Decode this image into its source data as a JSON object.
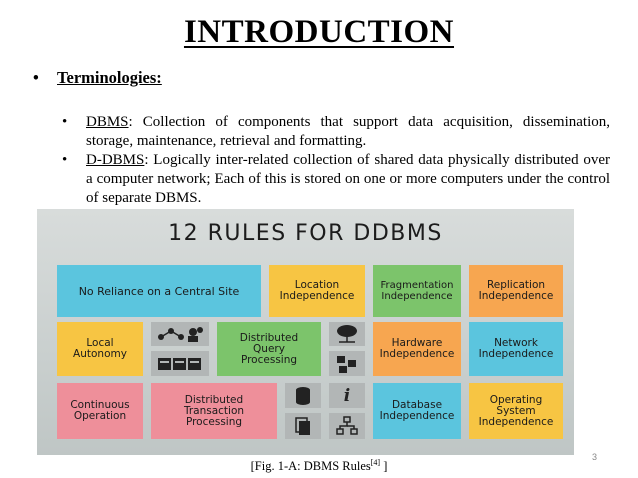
{
  "title": "INTRODUCTION",
  "main_bullet": {
    "marker": "•",
    "label": "Terminologies:"
  },
  "sub_bullets": [
    {
      "marker": "•",
      "term": "DBMS",
      "text": ": Collection of components that support data acquisition, dissemination, storage, maintenance, retrieval and formatting."
    },
    {
      "marker": "•",
      "term": "D-DBMS",
      "text": ": Logically inter-related collection of shared data physically distributed over a computer network; Each of this is stored on one or more computers under the control of separate DBMS."
    }
  ],
  "figure": {
    "title": "12 RULES FOR DDBMS",
    "rules": {
      "no_reliance": "No Reliance on a Central Site",
      "location": "Location\nIndependence",
      "fragmentation": "Fragmentation\nIndependence",
      "replication": "Replication\nIndependence",
      "local_autonomy": "Local\nAutonomy",
      "distributed_query": "Distributed\nQuery\nProcessing",
      "hardware": "Hardware\nIndependence",
      "network": "Network\nIndependence",
      "continuous": "Continuous\nOperation",
      "distributed_transaction": "Distributed\nTransaction\nProcessing",
      "database": "Database\nIndependence",
      "operating_system": "Operating\nSystem\nIndependence"
    },
    "icons": [
      "network-nodes-icon",
      "users-icon",
      "server-rack-icon",
      "cloud-network-icon",
      "puzzle-blocks-icon",
      "database-icon",
      "info-icon",
      "documents-icon",
      "hierarchy-icon"
    ],
    "colors": {
      "blue": "#5bc5de",
      "yellow": "#f7c543",
      "green": "#7cc46b",
      "orange": "#f7a650",
      "pink": "#ee8f9a"
    }
  },
  "caption": {
    "prefix": "[Fig. 1-A: DBMS Rules",
    "ref": "[4]",
    "suffix": " ]"
  },
  "page_number": "3"
}
